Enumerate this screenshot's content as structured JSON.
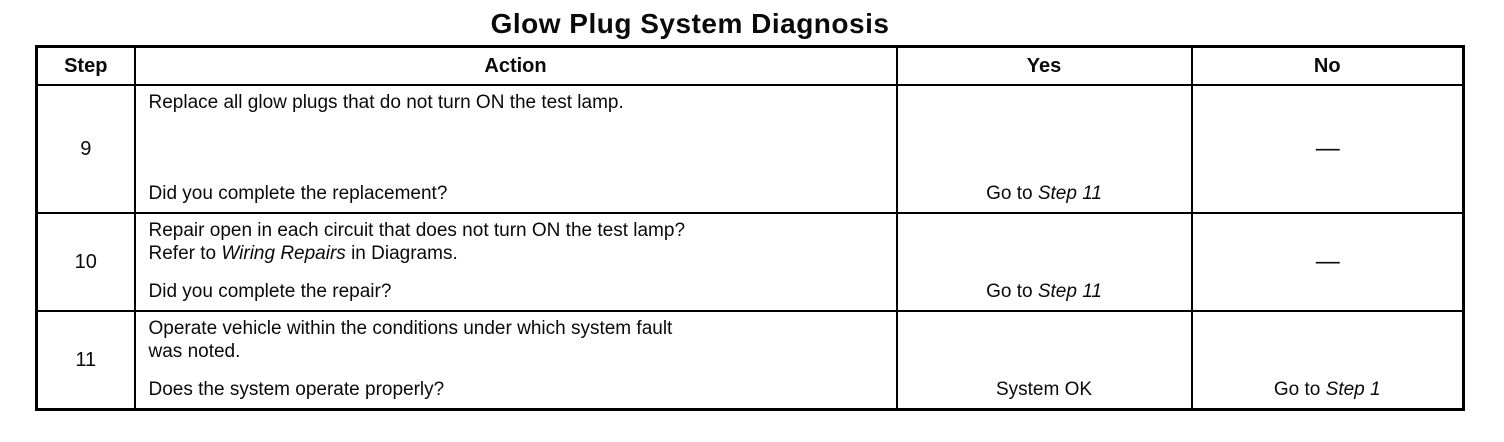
{
  "colors": {
    "ink": "#0a0a0a",
    "paper": "#ffffff"
  },
  "title": "Glow Plug System Diagnosis",
  "table": {
    "headers": [
      "Step",
      "Action",
      "Yes",
      "No"
    ],
    "rows": [
      {
        "step": "9",
        "action": [
          {
            "t": "Replace all glow plugs that do not turn ON the test lamp."
          }
        ],
        "question": [
          {
            "t": "Did you complete the replacement?"
          }
        ],
        "yes": [
          {
            "t": "Go to "
          },
          {
            "t": "Step 11",
            "i": true
          }
        ],
        "no": [
          {
            "t": "—"
          }
        ],
        "no_placement": "middle"
      },
      {
        "step": "10",
        "action": [
          {
            "t": "Repair open in each circuit that does not turn ON the test lamp?"
          },
          {
            "br": true
          },
          {
            "t": "Refer to "
          },
          {
            "t": "Wiring Repairs",
            "i": true
          },
          {
            "t": " in Diagrams."
          }
        ],
        "question": [
          {
            "t": "Did you complete the repair?"
          }
        ],
        "yes": [
          {
            "t": "Go to "
          },
          {
            "t": "Step 11",
            "i": true
          }
        ],
        "no": [
          {
            "t": "—"
          }
        ],
        "no_placement": "middle"
      },
      {
        "step": "11",
        "action": [
          {
            "t": "Operate vehicle within the conditions under which system fault"
          },
          {
            "br": true
          },
          {
            "t": "was noted."
          }
        ],
        "question": [
          {
            "t": "Does the system operate properly?"
          }
        ],
        "yes": [
          {
            "t": "System OK"
          }
        ],
        "no": [
          {
            "t": "Go to "
          },
          {
            "t": "Step 1",
            "i": true
          }
        ],
        "no_placement": "bottom"
      }
    ]
  }
}
